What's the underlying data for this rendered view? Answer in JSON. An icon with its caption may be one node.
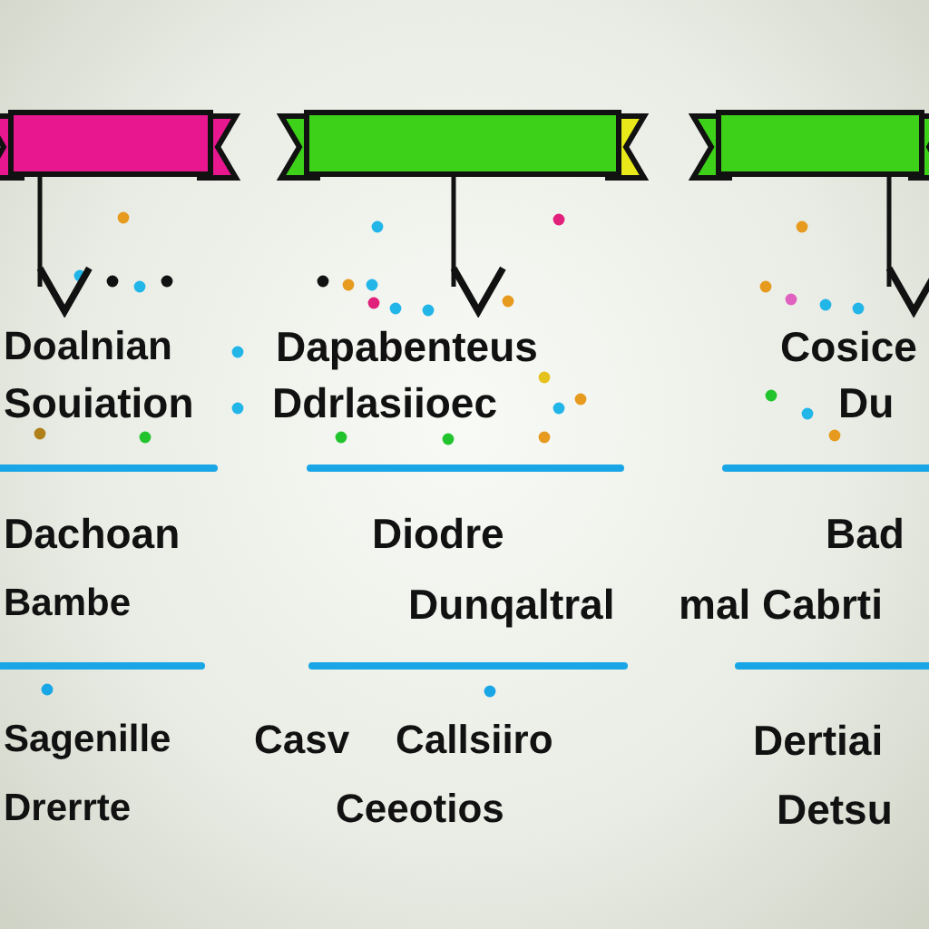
{
  "diagram": {
    "nodes": [
      {
        "text": [],
        "shape": "banner"
      },
      {
        "text": [],
        "shape": "banner"
      },
      {
        "text": [],
        "shape": "banner"
      }
    ],
    "edges": [
      {
        "from": 0,
        "to": null,
        "arrow": "to"
      },
      {
        "from": 1,
        "to": null,
        "arrow": "to"
      },
      {
        "from": 2,
        "to": null,
        "arrow": "to"
      }
    ],
    "labels": [
      "Doalnian",
      "Dapabenteus",
      "Cosice",
      "Souiation",
      "Ddrlasiioec",
      "Du",
      "Dachoan",
      "Diodre",
      "Bad",
      "Bambe",
      "Dunqaltral",
      "mal Cabrti",
      "Sagenille",
      "Casv",
      "Callsiiro",
      "Dertiai",
      "Drerrte",
      "Ceeotios",
      "Detsu"
    ]
  }
}
